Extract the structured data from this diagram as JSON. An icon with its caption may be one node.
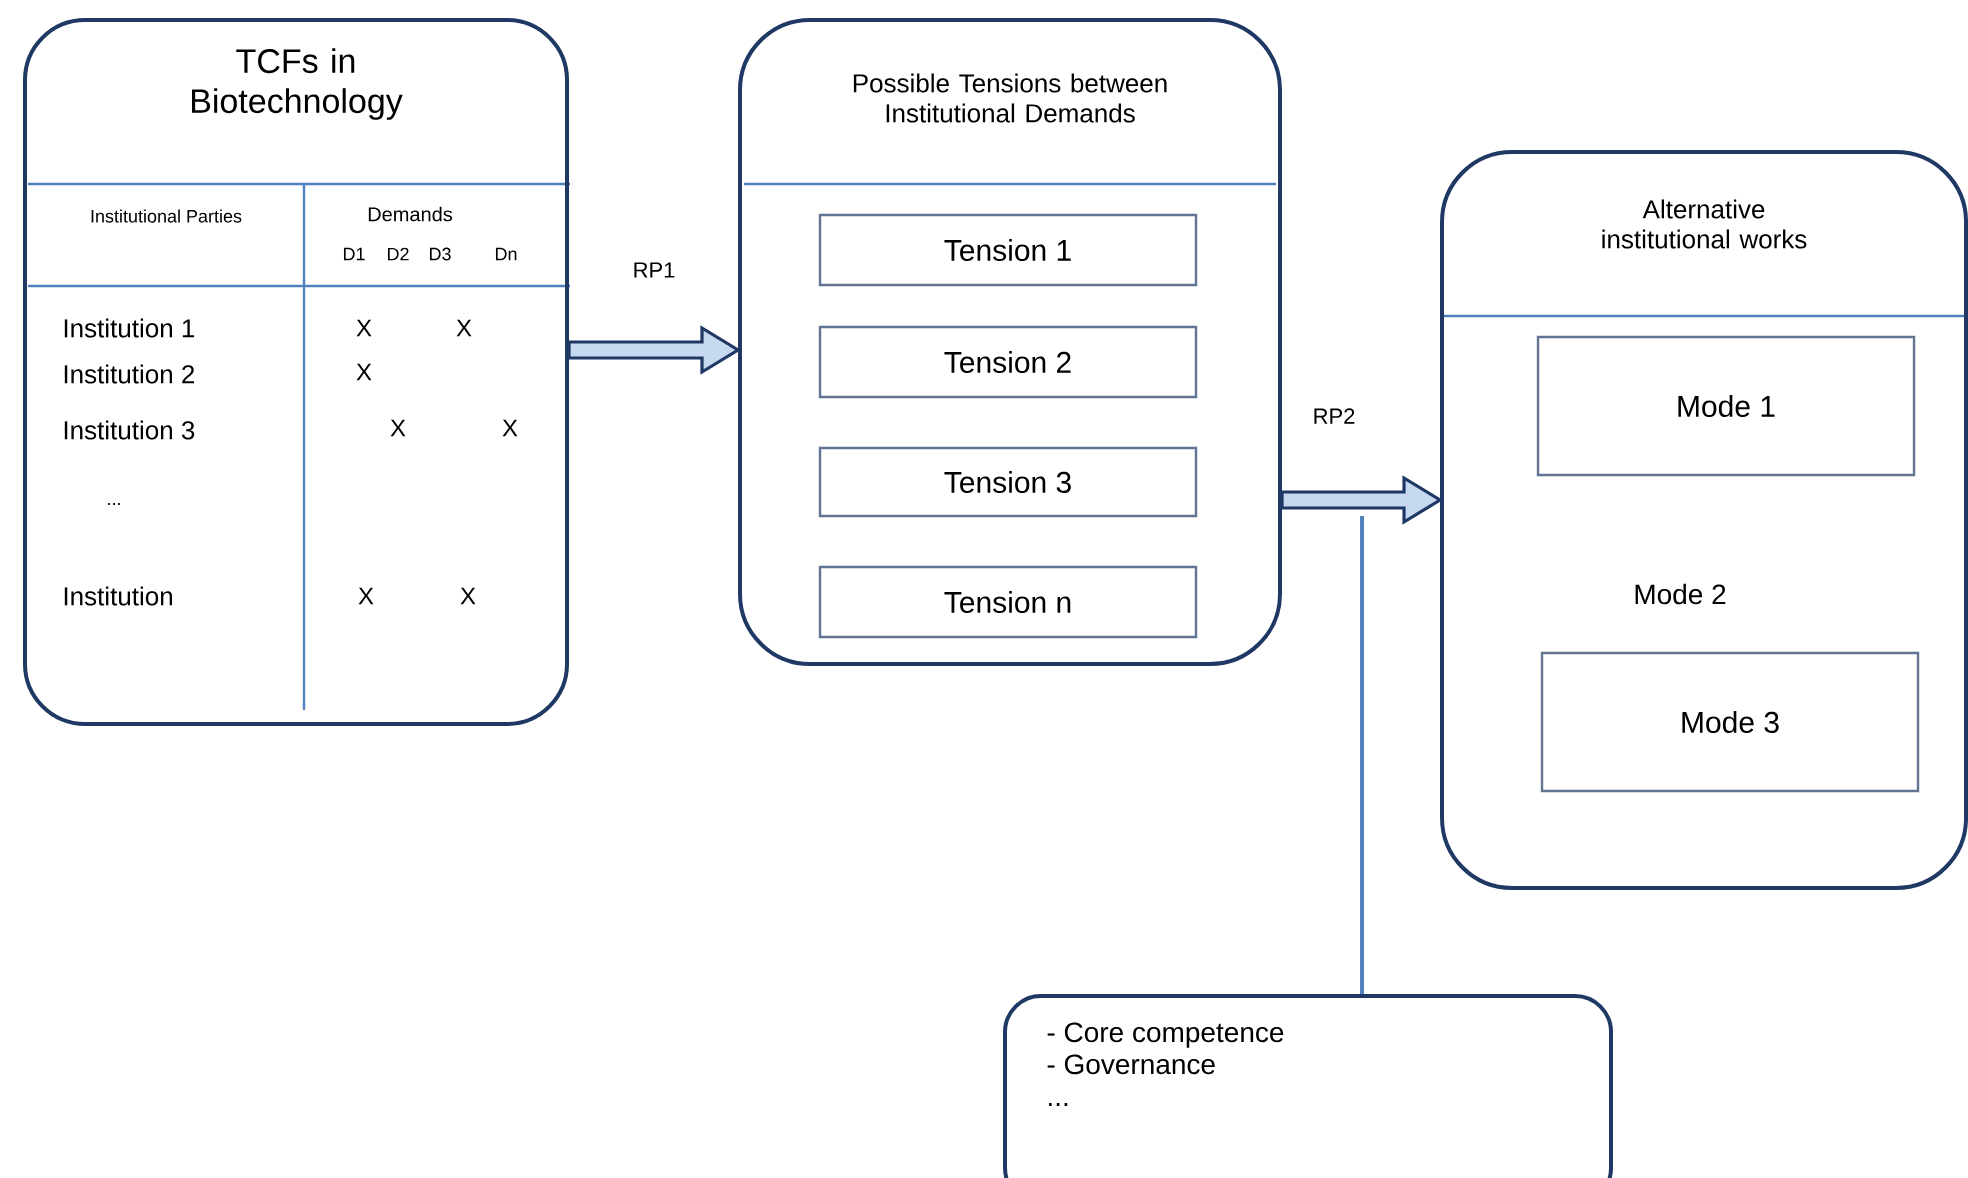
{
  "diagram": {
    "nodes": [
      {
        "text": [
          "TCFs in Biotechnology"
        ]
      },
      {
        "text": [
          "Possible Tensions between Institutional Demands"
        ]
      },
      {
        "text": [
          "Tension 1"
        ],
        "in": 1
      },
      {
        "text": [
          "Tension 2"
        ],
        "in": 1
      },
      {
        "text": [
          "Tension 3"
        ],
        "in": 1
      },
      {
        "text": [
          "Tension n"
        ],
        "in": 1
      },
      {
        "text": [
          "Alternative institutional works"
        ]
      },
      {
        "text": [
          "Mode 1"
        ],
        "in": 6
      },
      {
        "text": [
          "Mode 3"
        ],
        "in": 6
      },
      {
        "text": [
          "- Core competence",
          "- Governance",
          "..."
        ]
      }
    ],
    "edges": [
      {
        "from": 0,
        "to": 1,
        "arrow": "to",
        "label": "RP1"
      },
      {
        "from": 1,
        "to": 6,
        "arrow": "to",
        "label": "RP2"
      },
      {
        "from": 9,
        "to": null,
        "arrow": "none",
        "color": "#4f81bd"
      }
    ],
    "labels": [
      "Institutional Parties",
      "Demands",
      "D1",
      "D2",
      "D3",
      "Dn",
      "Institution 1",
      "X",
      "X",
      "Institution 2",
      "X",
      "Institution 3",
      "X",
      "X",
      "...",
      "Institution",
      "X",
      "X",
      "Mode 2"
    ]
  }
}
